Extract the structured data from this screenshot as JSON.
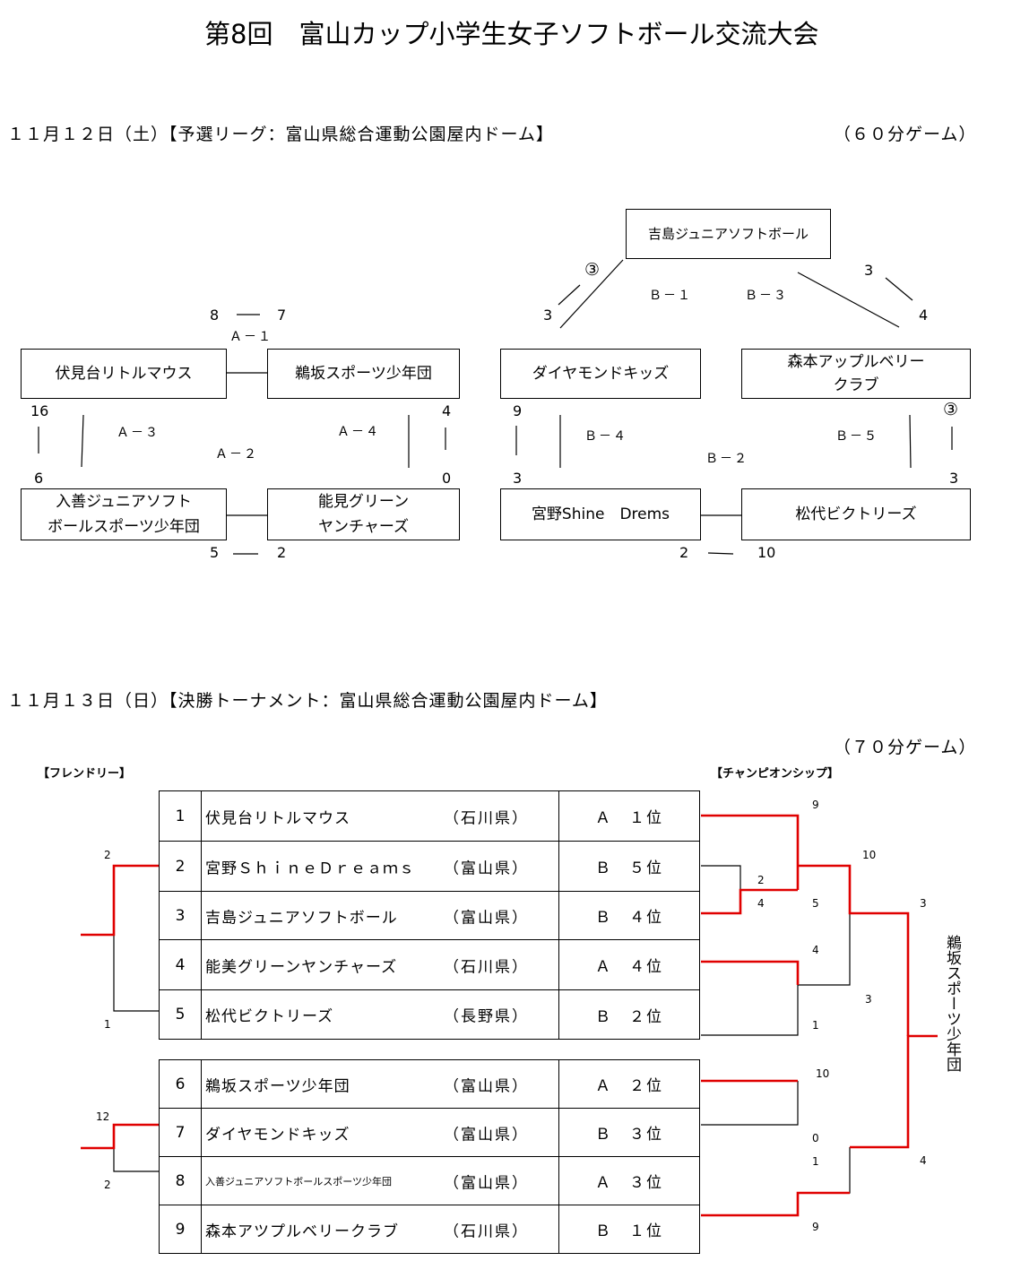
{
  "title": "第8回　富山カップ小学生女子ソフトボール交流大会",
  "day1": {
    "header": "１１月１２日（土）【予選リーグ：富山県総合運動公園屋内ドーム】",
    "format": "（６０分ゲーム）",
    "league_a": {
      "teams": [
        "伏見台リトルマウス",
        "鵜坂スポーツ少年団",
        "入善ジュニアソフト\nボールスポーツ少年団",
        "能見グリーン\nヤンチャーズ"
      ],
      "team1": "伏見台リトルマウス",
      "team2": "鵜坂スポーツ少年団",
      "team3_l1": "入善ジュニアソフト",
      "team3_l2": "ボールスポーツ少年団",
      "team4_l1": "能見グリーン",
      "team4_l2": "ヤンチャーズ",
      "games": {
        "a1": "Ａ－１",
        "a2": "Ａ－２",
        "a3": "Ａ－３",
        "a4": "Ａ－４"
      },
      "scores": {
        "a1_l": "8",
        "a1_r": "7",
        "a3_t": "16",
        "a3_b": "6",
        "a4_t": "4",
        "a4_b": "0",
        "a2_l": "5",
        "a2_r": "2"
      }
    },
    "league_b": {
      "team_top": "吉島ジュニアソフトボール",
      "team_left": "ダイヤモンドキッズ",
      "team_right_l1": "森本アップルベリー",
      "team_right_l2": "クラブ",
      "team_bl": "宮野Shine　Drems",
      "team_br": "松代ビクトリーズ",
      "games": {
        "b1": "Ｂ－１",
        "b2": "Ｂ－２",
        "b3": "Ｂ－３",
        "b4": "Ｂ－４",
        "b5": "Ｂ－５"
      },
      "scores": {
        "b1_top": "③",
        "b1_bot": "3",
        "b3_top": "3",
        "b3_bot": "4",
        "b4_t": "9",
        "b4_b": "3",
        "b5_t": "③",
        "b5_b": "3",
        "b2_l": "2",
        "b2_r": "10"
      }
    }
  },
  "day2": {
    "header": "１１月１３日（日）【決勝トーナメント：富山県総合運動公園屋内ドーム】",
    "format": "（７０分ゲーム）",
    "friendly_label": "【フレンドリー】",
    "championship_label": "【チャンピオンシップ】",
    "draw": [
      {
        "no": "1",
        "team": "伏見台リトルマウス",
        "pref": "（石川県）",
        "rank": "Ａ　１位"
      },
      {
        "no": "2",
        "team": "宮野ＳｈｉｎｅＤｒｅａｍｓ",
        "pref": "（富山県）",
        "rank": "Ｂ　５位"
      },
      {
        "no": "3",
        "team": "吉島ジュニアソフトボール",
        "pref": "（富山県）",
        "rank": "Ｂ　４位"
      },
      {
        "no": "4",
        "team": "能美グリーンヤンチャーズ",
        "pref": "（石川県）",
        "rank": "Ａ　４位"
      },
      {
        "no": "5",
        "team": "松代ビクトリーズ",
        "pref": "（長野県）",
        "rank": "Ｂ　２位"
      },
      {
        "no": "6",
        "team": "鵜坂スポーツ少年団",
        "pref": "（富山県）",
        "rank": "Ａ　２位"
      },
      {
        "no": "7",
        "team": "ダイヤモンドキッズ",
        "pref": "（富山県）",
        "rank": "Ｂ　３位"
      },
      {
        "no": "8",
        "team": "入善ジュニアソフトボールスポーツ少年団",
        "pref": "（富山県）",
        "rank": "Ａ　３位"
      },
      {
        "no": "9",
        "team": "森本アツプルベリークラブ",
        "pref": "（石川県）",
        "rank": "Ｂ　１位"
      }
    ],
    "friendly_scores": {
      "g1_top": "2",
      "g1_bot": "1",
      "g2_top": "12",
      "g2_bot": "2"
    },
    "champ_scores": {
      "r1a": "9",
      "r1b_top": "2",
      "r1b_bot": "4",
      "r1c": "5",
      "r2a_top": "10",
      "r1d_top": "4",
      "r1d_bot": "1",
      "r2b": "3",
      "semi_top": "3",
      "r1e_top": "10",
      "r1e_bot": "0",
      "r1f_top": "1",
      "r1f_bot": "9",
      "semi_bot": "4"
    },
    "champion": "鵜坂スポーツ少年団"
  },
  "colors": {
    "winner_line": "#e00000",
    "line": "#000000"
  }
}
